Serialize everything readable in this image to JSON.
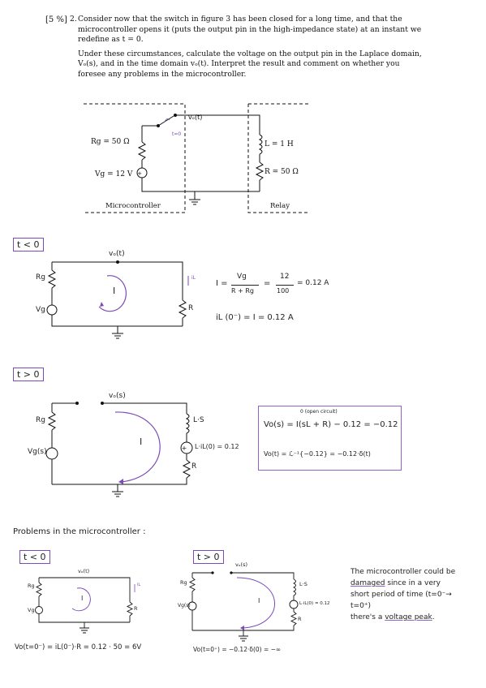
{
  "question": {
    "marks": "[5 %]",
    "number": "2.",
    "paragraph1": "Consider now that the switch in figure 3 has been closed for a long time, and that the microcontroller opens it (puts the output pin in the high-impedance state) at an instant we redefine as t = 0.",
    "paragraph2": "Under these circumstances, calculate the voltage on the output pin in the Laplace domain, Vₒ(s), and in the time domain vₒ(t). Interpret the result and comment on whether you foresee any problems in the microcontroller."
  },
  "figure": {
    "rg_label": "Rg = 50 Ω",
    "vg_label": "Vg = 12 V",
    "l_label": "L = 1 H",
    "r_label": "R = 50 Ω",
    "vo_label": "vₒ(t)",
    "switch_label": "t=0",
    "micro_label": "Microcontroller",
    "relay_label": "Relay"
  },
  "section1": {
    "tag": "t < 0",
    "vo_label": "vₒ(t)",
    "rg": "Rg",
    "vg": "Vg",
    "r": "R",
    "current": "I",
    "il": "iL",
    "eq_lhs": "I =",
    "eq_num": "Vg",
    "eq_den": "R + Rg",
    "eq_eq": "=",
    "eq_num2": "12",
    "eq_den2": "100",
    "eq_result": "= 0.12 A",
    "eq2": "iL (0⁻) = I = 0.12 A"
  },
  "section2": {
    "tag": "t > 0",
    "vo_label": "vₒ(s)",
    "rg": "Rg",
    "vg": "Vg(s)",
    "ls": "L·S",
    "src": "L·iL(0) = 0.12",
    "src_dir": "+",
    "r": "R",
    "current": "I",
    "box_note": "0 (open circuit)",
    "box_eq1": "Vo(s) = I(sL + R) − 0.12 = −0.12",
    "box_eq2": "Vo(t) = ℒ⁻¹{−0.12} = −0.12·δ(t)"
  },
  "problems": {
    "title": "Problems in the microcontroller :",
    "left_tag": "t < 0",
    "right_tag": "t > 0",
    "left_vo": "vₒ(t)",
    "right_vo": "vₒ(s)",
    "rg": "Rg",
    "vg": "Vg",
    "vgs": "Vg(s)",
    "r": "R",
    "ls": "L·S",
    "src": "L·iL(0) = 0.12",
    "i": "I",
    "il": "iL",
    "left_eq": "Vo(t=0⁻) = iL(0⁻)·R = 0.12 · 50 = 6V",
    "right_eq": "Vo(t=0⁺) = −0.12·δ(0) = −∞",
    "comment_1": "The microcontroller could be",
    "comment_2a": "damaged",
    "comment_2b": " since in a very",
    "comment_3": "short period of time (t=0⁻→ t=0⁺)",
    "comment_4a": "there's a ",
    "comment_4b": "voltage peak",
    "comment_4c": "."
  }
}
